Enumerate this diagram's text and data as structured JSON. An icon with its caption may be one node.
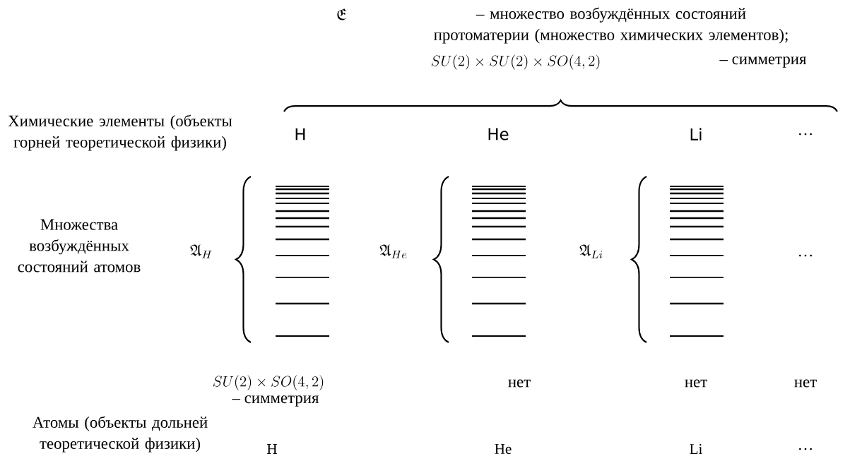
{
  "diagram": {
    "labels": [
      "\\mathfrak{E}",
      "– множество возбуждённых состояний протоматерии (множество химических элементов);",
      "SU(2)\\times SU(2)\\times SO(4,2)",
      "– симметрия",
      "Химические элементы (объекты горней теоретической физики)",
      "H",
      "He",
      "Li",
      "…",
      "Множества возбуждённых состояний атомов",
      "\\mathfrak{A}_H",
      "\\mathfrak{A}_{He}",
      "\\mathfrak{A}_{Li}",
      "…",
      "SU(2)\\times SO(4,2)",
      "– симметрия",
      "нет",
      "нет",
      "нет",
      "Атомы (объекты дольней теоретической физики)",
      "H",
      "He",
      "Li",
      "…"
    ]
  }
}
